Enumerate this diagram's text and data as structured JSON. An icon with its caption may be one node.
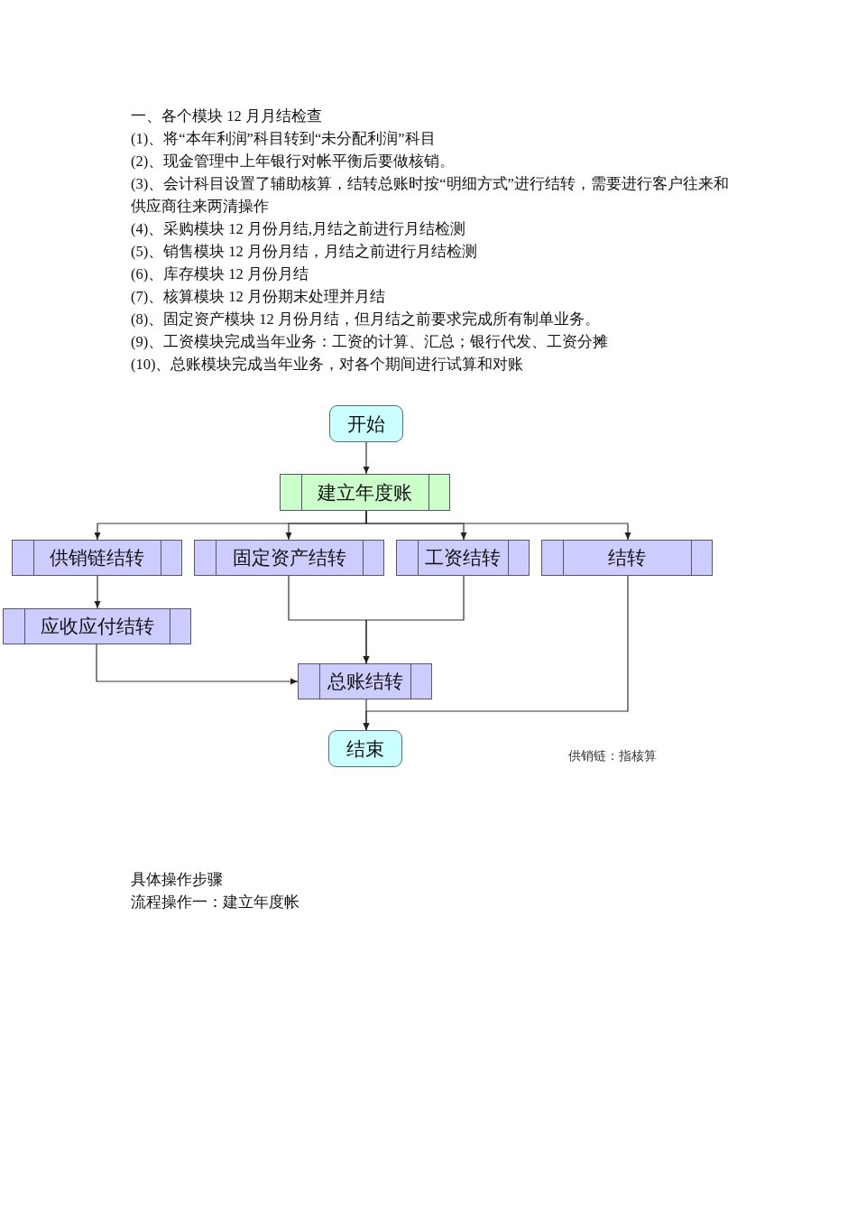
{
  "diagram": {
    "nodes": [
      {
        "text": [
          "开始"
        ]
      },
      {
        "text": [
          "建立年度账"
        ]
      },
      {
        "text": [
          "供销链结转"
        ]
      },
      {
        "text": [
          "固定资产结转"
        ]
      },
      {
        "text": [
          "工资结转"
        ]
      },
      {
        "text": [
          "结转"
        ]
      },
      {
        "text": [
          "应收应付结转"
        ]
      },
      {
        "text": [
          "总账结转"
        ]
      },
      {
        "text": [
          "结束"
        ]
      }
    ],
    "edges": [
      {
        "from": 0,
        "to": 1,
        "arrow": "to"
      },
      {
        "from": 1,
        "to": 2,
        "arrow": "to"
      },
      {
        "from": 1,
        "to": 3,
        "arrow": "to"
      },
      {
        "from": 1,
        "to": 4,
        "arrow": "to"
      },
      {
        "from": 1,
        "to": 5,
        "arrow": "to"
      },
      {
        "from": 2,
        "to": 6,
        "arrow": "to"
      },
      {
        "from": 3,
        "to": 7,
        "arrow": "to"
      },
      {
        "from": 4,
        "to": 7,
        "arrow": "to"
      },
      {
        "from": 6,
        "to": 7,
        "arrow": "to"
      },
      {
        "from": 7,
        "to": 8,
        "arrow": "to"
      },
      {
        "from": 5,
        "to": 8,
        "arrow": "to"
      }
    ],
    "labels": [
      "一、各个模块 12 月月结检查",
      "(1)、将“本年利润”科目转到“未分配利润”科目",
      "(2)、现金管理中上年银行对帐平衡后要做核销。",
      "(3)、会计科目设置了辅助核算，结转总账时按“明细方式”进行结转，需要进行客户往来和供应商往来两清操作",
      "(4)、采购模块 12 月份月结,月结之前进行月结检测",
      "(5)、销售模块 12 月份月结，月结之前进行月结检测",
      "(6)、库存模块 12 月份月结",
      "(7)、核算模块 12 月份期末处理并月结",
      "(8)、固定资产模块 12 月份月结，但月结之前要求完成所有制单业务。",
      "(9)、工资模块完成当年业务：工资的计算、汇总；银行代发、工资分摊",
      "(10)、总账模块完成当年业务，对各个期间进行试算和对账",
      "供销链：指核算",
      "具体操作步骤",
      "流程操作一：建立年度帐"
    ]
  }
}
